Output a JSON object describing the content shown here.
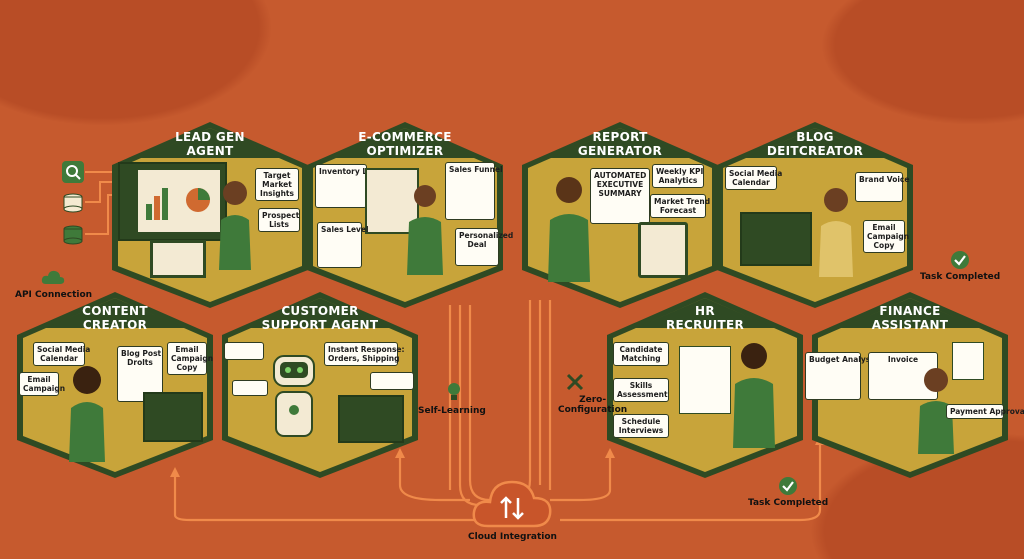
{
  "agents": [
    {
      "id": "lead-gen",
      "title": "LEAD GEN\nAGENT",
      "cards": [
        "Target\nMarket\nInsights",
        "Prospect\nLists"
      ]
    },
    {
      "id": "ecommerce",
      "title": "E-COMMERCE\nOPTIMIZER",
      "cards": [
        "Inventory Level",
        "Sales Funnel",
        "Sales Level",
        "Personalized\nDeal"
      ]
    },
    {
      "id": "report",
      "title": "REPORT\nGENERATOR",
      "cards": [
        "Weekly KPI\nAnalytics",
        "AUTOMATED\nEXECUTIVE\nSUMMARY",
        "Market Trend\nForecast"
      ]
    },
    {
      "id": "blog",
      "title": "BLOG\nDEITCREATOR",
      "cards": [
        "Social Media\nCalendar",
        "Brand Voice",
        "Email\nCampaign\nCopy"
      ]
    },
    {
      "id": "content",
      "title": "CONTENT\nCREATOR",
      "cards": [
        "Social Media\nCalendar",
        "Blog Post\nDrolts",
        "Email\nCampaign\nCopy",
        "Email\nCampaign"
      ]
    },
    {
      "id": "support",
      "title": "CUSTOMER\nSUPPORT AGENT",
      "cards": [
        "Instant Response:\nOrders, Shipping"
      ]
    },
    {
      "id": "hr",
      "title": "HR\nRECRUITER",
      "cards": [
        "Candidate\nMatching",
        "Skills\nAssessment",
        "Schedule\nInterviews"
      ]
    },
    {
      "id": "finance",
      "title": "FINANCE\nASSISTANT",
      "cards": [
        "Budget Analysis",
        "Invoice",
        "Payment Approval"
      ]
    }
  ],
  "labels": {
    "api": "API Connection",
    "self_learning": "Self-Learning",
    "zero_config": "Zero-\nConfiguration",
    "task_completed_top": "Task Completed",
    "task_completed_bottom": "Task Completed",
    "cloud": "Cloud Integration"
  },
  "colors": {
    "background": "#c65a2e",
    "hex_fill": "#c8a43a",
    "hex_border": "#2f4a23",
    "wire": "#f08a4a",
    "accent_green": "#3f7a3a"
  },
  "icons": [
    "search-icon",
    "database-icon",
    "cloud-icon",
    "lightbulb-icon",
    "tools-icon",
    "check-icon",
    "upload-download-icon",
    "robot-icon"
  ]
}
